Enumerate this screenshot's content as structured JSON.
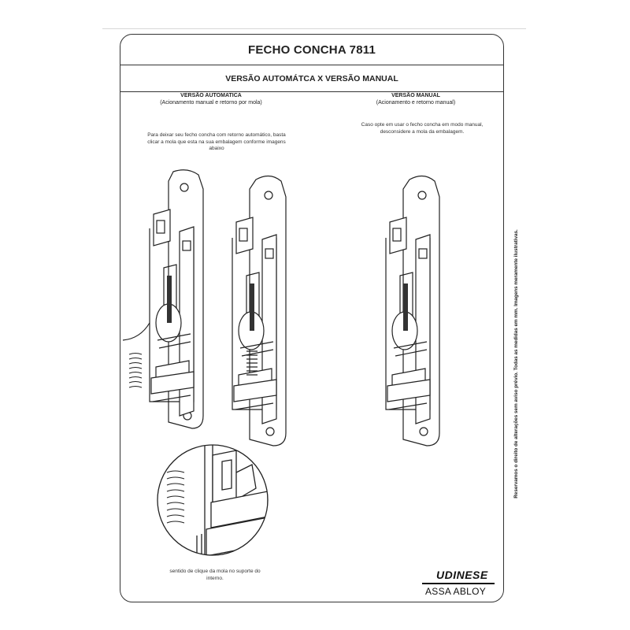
{
  "document": {
    "title": "FECHO CONCHA 7811",
    "subtitle": "VERSÃO AUTOMÁTCA X VERSÃO MANUAL",
    "left_column": {
      "heading": "VERSÃO AUTOMATICA",
      "subheading": "(Acionamento manual e retorno por mola)",
      "note": "Para deixar seu fecho concha com retorno automático, basta clicar a mola que esta na sua embalagem conforme imagens abaixo"
    },
    "right_column": {
      "heading": "VERSÃO MANUAL",
      "subheading": "(Acionamento e retorno manual)",
      "note": "Caso opte em usar o fecho concha em modo manual, desconsidere a mola da embalagem."
    },
    "detail_caption": "sentido de clique da mola no suporte do interno.",
    "side_note": "Reservamos o direito de alterações sem aviso prévio. Todas as medidas em mm. Imagens meramente ilustrativas.",
    "brand": {
      "name": "UDINESE",
      "group": "ASSA ABLOY"
    }
  }
}
